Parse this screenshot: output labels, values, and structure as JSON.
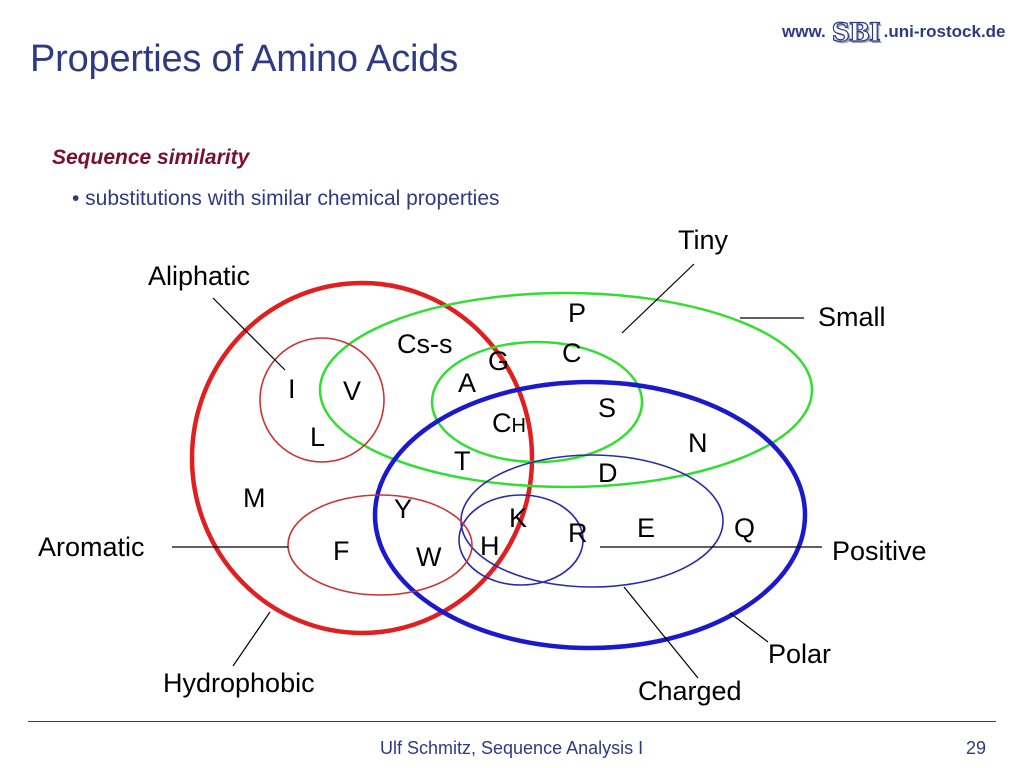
{
  "slide": {
    "title": "Properties of Amino Acids",
    "header_url_prefix": "www.",
    "header_logo": "SBI",
    "header_url_suffix": ".uni-rostock.de",
    "subtitle": "Sequence similarity",
    "bullet": "• substitutions with similar chemical properties",
    "footer": "Ulf Schmitz, Sequence Analysis I",
    "page_number": "29"
  },
  "diagram": {
    "sets": {
      "aliphatic": "Aliphatic",
      "tiny": "Tiny",
      "small": "Small",
      "aromatic": "Aromatic",
      "positive": "Positive",
      "polar": "Polar",
      "hydrophobic": "Hydrophobic",
      "charged": "Charged"
    },
    "amino_acids": {
      "p": "P",
      "cs": "Cs-s",
      "g": "G",
      "c": "C",
      "i": "I",
      "v": "V",
      "a": "A",
      "s": "S",
      "ch": "C",
      "ch_sub": "H",
      "l": "L",
      "n": "N",
      "t": "T",
      "d": "D",
      "m": "M",
      "y": "Y",
      "k": "K",
      "e": "E",
      "q": "Q",
      "r": "R",
      "f": "F",
      "h": "H",
      "w": "W"
    },
    "colors": {
      "hydrophobic": "#e02020",
      "small": "#33dd33",
      "polar": "#1a1acc",
      "aliphatic": "#cc3333",
      "charged": "#2a2aaa"
    }
  }
}
